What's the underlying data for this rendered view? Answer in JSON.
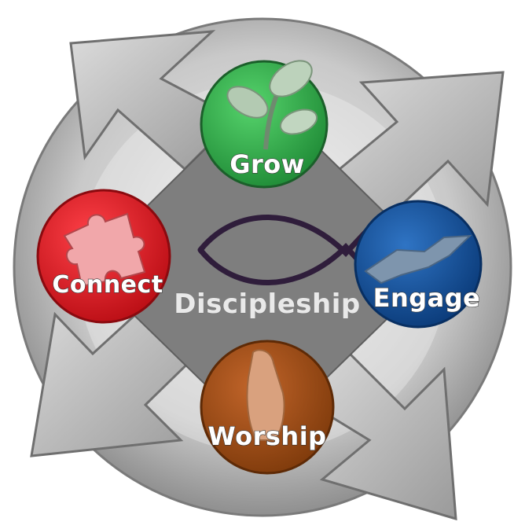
{
  "diagram": {
    "center_label": "Discipleship",
    "center_icon": "ichthys-fish-icon",
    "nodes": [
      {
        "key": "grow",
        "label": "Grow",
        "icon": "sprout-icon",
        "color": "#2fa84a"
      },
      {
        "key": "engage",
        "label": "Engage",
        "icon": "handshake-icon",
        "color": "#0f4f97"
      },
      {
        "key": "worship",
        "label": "Worship",
        "icon": "praying-hands-icon",
        "color": "#9b4a12"
      },
      {
        "key": "connect",
        "label": "Connect",
        "icon": "puzzle-piece-icon",
        "color": "#e0161e"
      }
    ],
    "cycle_arrow_color": "#bdbdbd",
    "inner_shape_color": "#7e7e7e"
  }
}
